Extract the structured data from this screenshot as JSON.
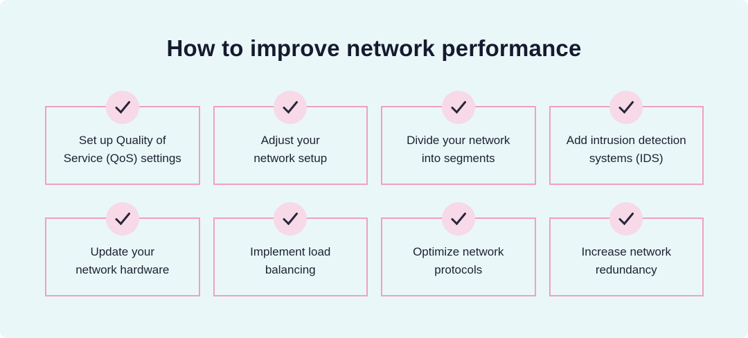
{
  "page": {
    "title": "How to improve network performance"
  },
  "colors": {
    "background": "#e9f7f8",
    "card_border": "#f1a0bf",
    "badge_fill": "#f7d9e8",
    "check_stroke": "#272538",
    "title_text": "#161a2e",
    "card_text": "#1c2031"
  },
  "cards": [
    {
      "icon": "check-icon",
      "lines": [
        "Set up Quality of",
        "Service (QoS) settings"
      ]
    },
    {
      "icon": "check-icon",
      "lines": [
        "Adjust your",
        "network setup"
      ]
    },
    {
      "icon": "check-icon",
      "lines": [
        "Divide your network",
        "into segments"
      ]
    },
    {
      "icon": "check-icon",
      "lines": [
        "Add intrusion detection",
        "systems (IDS)"
      ]
    },
    {
      "icon": "check-icon",
      "lines": [
        "Update your",
        "network hardware"
      ]
    },
    {
      "icon": "check-icon",
      "lines": [
        "Implement load",
        "balancing"
      ]
    },
    {
      "icon": "check-icon",
      "lines": [
        "Optimize network",
        "protocols"
      ]
    },
    {
      "icon": "check-icon",
      "lines": [
        "Increase network",
        "redundancy"
      ]
    }
  ]
}
